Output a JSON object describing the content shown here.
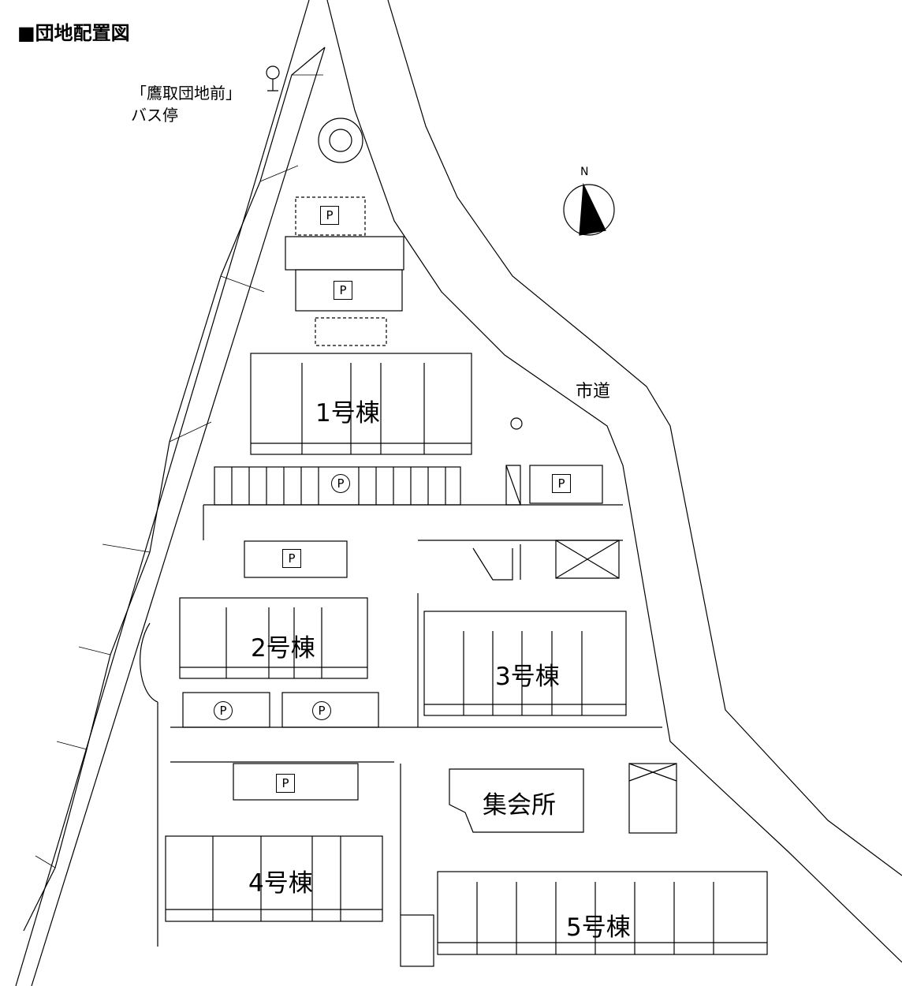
{
  "title": "■団地配置図",
  "bus_stop": {
    "line1": "「鷹取団地前」",
    "line2": "バス停"
  },
  "road_label": "市道",
  "north_label": "N",
  "buildings": [
    {
      "label": "1号棟"
    },
    {
      "label": "2号棟"
    },
    {
      "label": "3号棟"
    },
    {
      "label": "4号棟"
    },
    {
      "label": "5号棟"
    },
    {
      "label": "集会所"
    }
  ],
  "parking_label": "P"
}
